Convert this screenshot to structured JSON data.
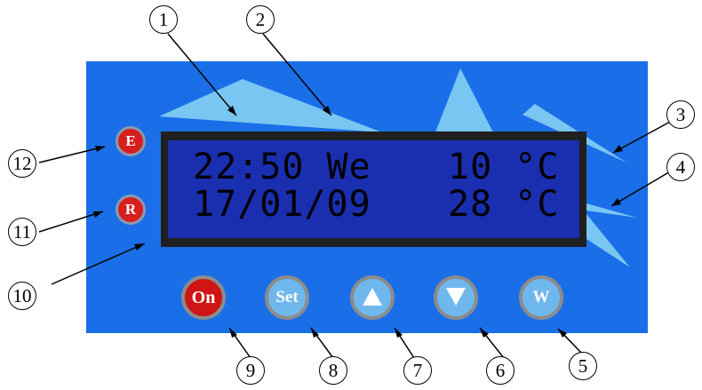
{
  "lcd": {
    "line1_left": "22:50 We",
    "line1_right": "10 °C",
    "line2_left": "17/01/09",
    "line2_right": "28 °C"
  },
  "indicators": {
    "e_label": "E",
    "r_label": "R"
  },
  "buttons": {
    "on_label": "On",
    "set_label": "Set",
    "up_icon": "up-triangle-icon",
    "down_icon": "down-triangle-icon",
    "w_label": "W"
  },
  "callouts": {
    "c1": "1",
    "c2": "2",
    "c3": "3",
    "c4": "4",
    "c5": "5",
    "c6": "6",
    "c7": "7",
    "c8": "8",
    "c9": "9",
    "c10": "10",
    "c11": "11",
    "c12": "12"
  },
  "colors": {
    "panel": "#1a6fe8",
    "lcd_background": "#1a2fb0",
    "decor_shapes": "#7ac6f2",
    "red_button": "#d01515",
    "blue_button": "#6fb8ee"
  }
}
